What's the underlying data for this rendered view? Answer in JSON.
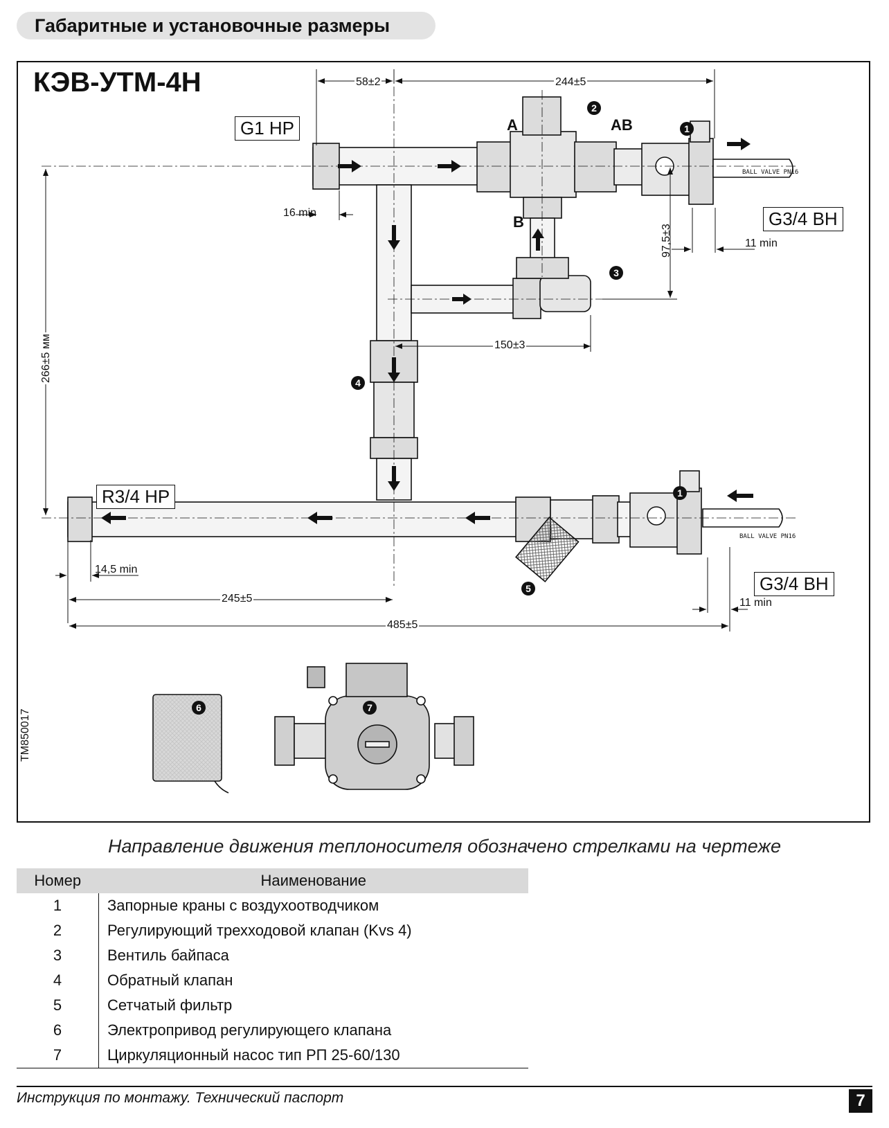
{
  "section_title": "Габаритные и установочные размеры",
  "model": "КЭВ-УТМ-4Н",
  "labels": {
    "inlet_top": "G1 НР",
    "outlet_bottom": "R3/4 НР",
    "valve_port_top": "G3/4 ВН",
    "valve_port_bottom": "G3/4 ВН",
    "port_a": "А",
    "port_ab": "АВ",
    "port_b": "В",
    "ball_valve_text": "BALL VALVE PN16"
  },
  "dimensions": {
    "d1": "58±2",
    "d2": "244±5",
    "d3": "16 min",
    "d4": "97,5±3",
    "d5": "11 min",
    "d6": "150±3",
    "d7": "266±5 мм",
    "d8": "14,5 min",
    "d9": "245±5",
    "d10": "485±5",
    "d11": "11 min"
  },
  "markers": [
    "1",
    "2",
    "3",
    "4",
    "5",
    "6",
    "7",
    "1"
  ],
  "drawing_code": "TM850017",
  "caption": "Направление движения теплоносителя обозначено стрелками на чертеже",
  "table": {
    "headers": [
      "Номер",
      "Наименование"
    ],
    "rows": [
      {
        "num": "1",
        "name": "Запорные краны с воздухоотводчиком"
      },
      {
        "num": "2",
        "name": "Регулирующий трехходовой клапан (Kvs 4)"
      },
      {
        "num": "3",
        "name": "Вентиль байпаса"
      },
      {
        "num": "4",
        "name": "Обратный клапан"
      },
      {
        "num": "5",
        "name": "Сетчатый фильтр"
      },
      {
        "num": "6",
        "name": "Электропривод регулирующего клапана"
      },
      {
        "num": "7",
        "name": "Циркуляционный насос тип РП 25-60/130"
      }
    ]
  },
  "footer": {
    "text": "Инструкция по монтажу. Технический паспорт",
    "page": "7"
  }
}
